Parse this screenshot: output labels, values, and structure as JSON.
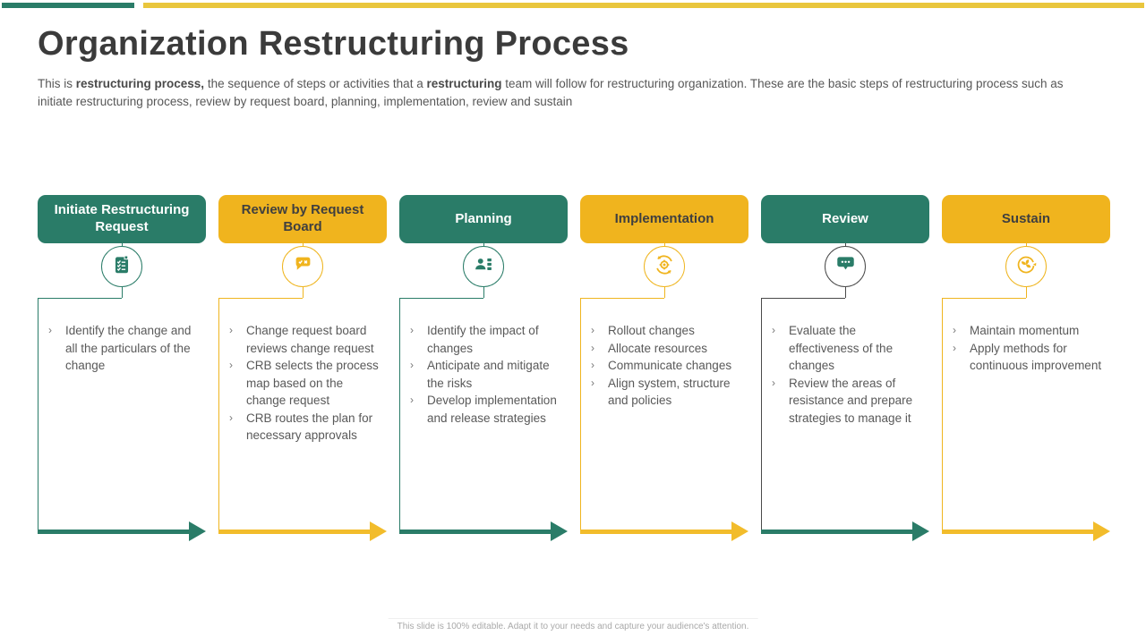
{
  "header": {
    "title": "Organization Restructuring Process",
    "subtitle_segments": [
      "This is ",
      "restructuring process,",
      " the sequence of steps or activities that a ",
      "restructuring",
      " team will follow for restructuring organization. These are the basic steps of restructuring process such as initiate restructuring process, review by request board, planning, implementation, review and sustain"
    ]
  },
  "ui": {
    "bullet_char": "›"
  },
  "colors": {
    "green": "#2A7C68",
    "yellow": "#F0B41E",
    "topbar_yellow": "#E9C63D",
    "dark_connector": "#4A4A4A",
    "text_dark": "#3B3B3B",
    "text_body": "#595959"
  },
  "columns": [
    {
      "title": "Initiate Restructuring Request",
      "theme": "green",
      "icon": "checklist-icon",
      "bullets": [
        "Identify the change and all the particulars of the change"
      ]
    },
    {
      "title": "Review by Request Board",
      "theme": "yellow",
      "icon": "approval-chat-icon",
      "bullets": [
        "Change request board reviews change request",
        "CRB selects the process map based on the change request",
        "CRB routes the plan for necessary approvals"
      ]
    },
    {
      "title": "Planning",
      "theme": "green",
      "icon": "planning-person-icon",
      "bullets": [
        "Identify the impact of changes",
        "Anticipate and mitigate the risks",
        "Develop implementation and release strategies"
      ]
    },
    {
      "title": "Implementation",
      "theme": "yellow",
      "icon": "gear-sync-icon",
      "bullets": [
        "Rollout changes",
        "Allocate resources",
        "Communicate changes",
        "Align system, structure and policies"
      ]
    },
    {
      "title": "Review",
      "theme": "green",
      "icon": "feedback-chat-icon",
      "bullets": [
        "Evaluate the effectiveness of the changes",
        "Review the areas of resistance and prepare strategies to manage it"
      ]
    },
    {
      "title": "Sustain",
      "theme": "yellow",
      "icon": "steering-wheel-icon",
      "bullets": [
        "Maintain momentum",
        "Apply methods for continuous improvement"
      ]
    }
  ],
  "footer": {
    "note": "This slide is 100% editable. Adapt it to your needs and capture your audience's attention."
  }
}
